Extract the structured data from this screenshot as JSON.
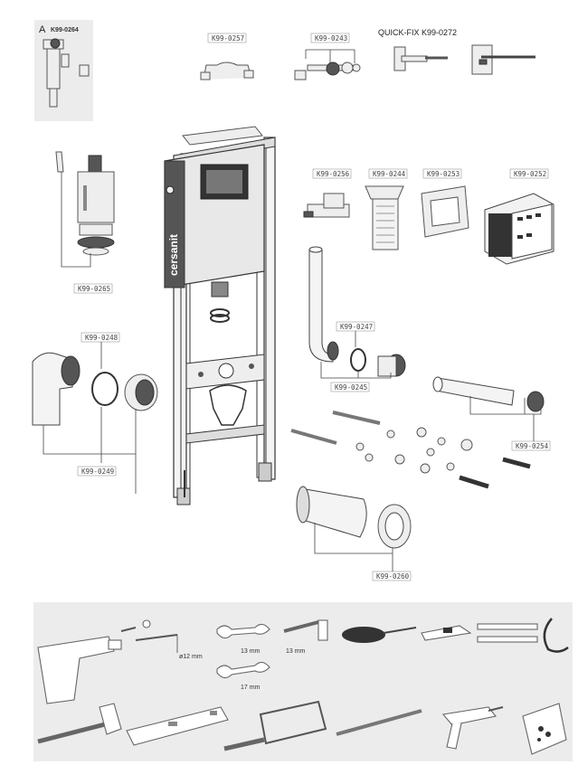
{
  "diagram": {
    "corner_letter": "A",
    "labels": {
      "valve": "K99-0264",
      "k0257": "K99-0257",
      "k0243": "K99-0243",
      "quickfix": "QUICK-FIX K99-0272",
      "k0265": "K99-0265",
      "k0256": "K99-0256",
      "k0244": "K99-0244",
      "k0253": "K99-0253",
      "k0252": "K99-0252",
      "k0247": "K99-0247",
      "k0245": "K99-0245",
      "k0248": "K99-0248",
      "k0249": "K99-0249",
      "k0254": "K99-0254",
      "k0260": "K99-0260"
    },
    "brand": "cersanit"
  },
  "tools": {
    "drill_bit": "ø12 mm",
    "wrench_small": "13 mm",
    "wrench_large": "17 mm",
    "socket": "13 mm"
  }
}
